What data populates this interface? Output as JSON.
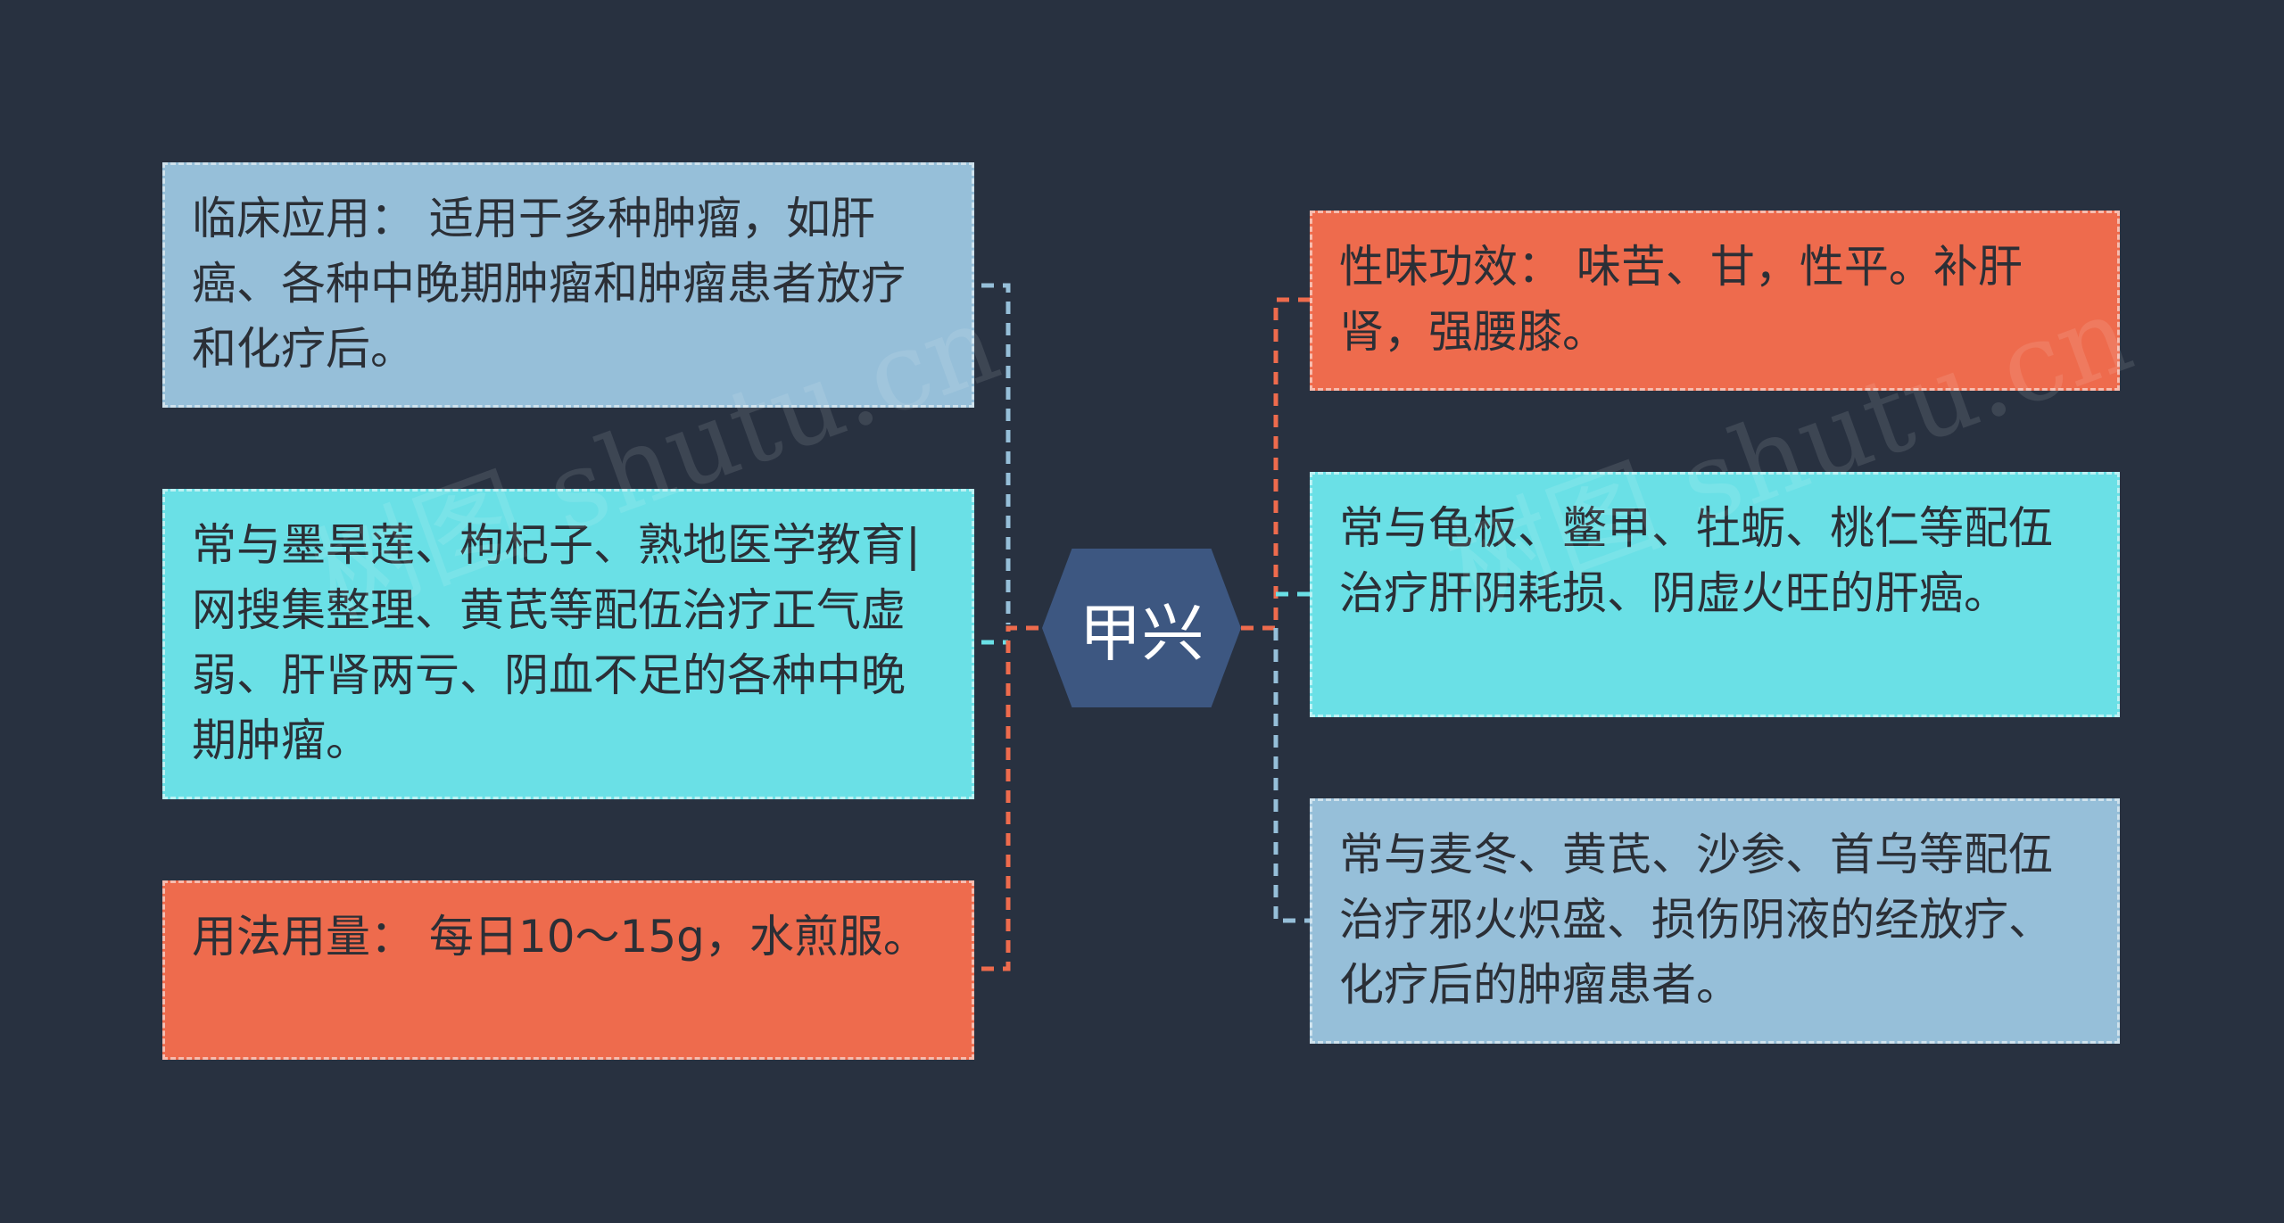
{
  "center": {
    "label": "甲兴"
  },
  "left_nodes": [
    {
      "text": "临床应用： 适用于多种肿瘤，如肝癌、各种中晚期肿瘤和肿瘤患者放疗和化疗后。",
      "color": "#96bfd9"
    },
    {
      "text": "常与墨旱莲、枸杞子、熟地医学教育|网搜集整理、黄芪等配伍治疗正气虚弱、肝肾两亏、阴血不足的各种中晚期肿瘤。",
      "color": "#6ae0e6"
    },
    {
      "text": "用法用量： 每日10～15g，水煎服。",
      "color": "#ee6b4d"
    }
  ],
  "right_nodes": [
    {
      "text": "性味功效： 味苦、甘，性平。补肝肾，强腰膝。",
      "color": "#ee6b4d"
    },
    {
      "text": "常与龟板、鳖甲、牡蛎、桃仁等配伍治疗肝阴耗损、阴虚火旺的肝癌。",
      "color": "#6ae0e6"
    },
    {
      "text": "常与麦冬、黄芪、沙参、首乌等配伍治疗邪火炽盛、损伤阴液的经放疗、化疗后的肿瘤患者。",
      "color": "#96bfd9"
    }
  ],
  "watermarks": [
    "树图 shutu.cn",
    "树图 shutu.cn"
  ],
  "colors": {
    "background": "#283140",
    "center": "#3d5781",
    "blue": "#96bfd9",
    "cyan": "#6ae0e6",
    "orange": "#ee6b4d"
  }
}
